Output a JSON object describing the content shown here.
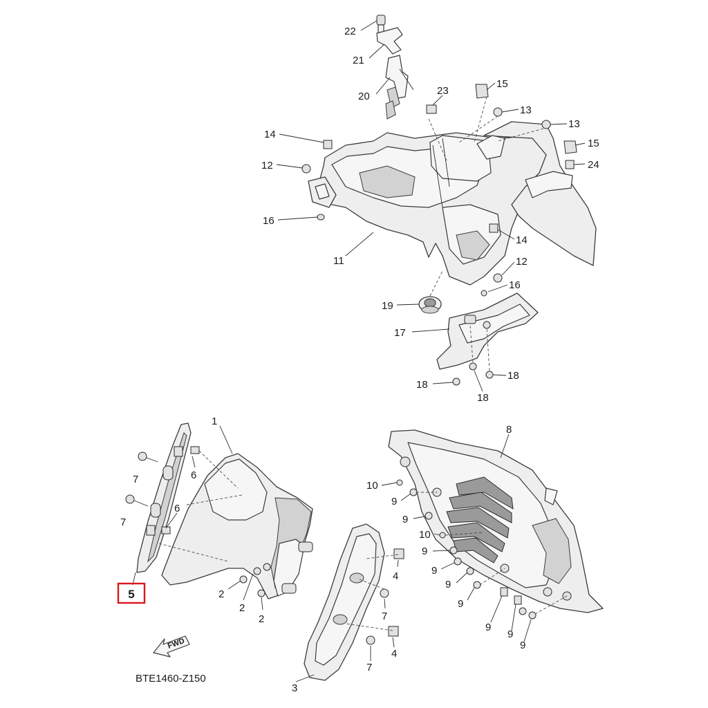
{
  "diagram": {
    "drawing_code": "BTE1460-Z150",
    "fwd_label": "FWD",
    "highlighted_label": "5",
    "callouts": [
      {
        "id": "c22",
        "label": "22",
        "part": "fastener"
      },
      {
        "id": "c21",
        "label": "21",
        "part": "bracket"
      },
      {
        "id": "c20",
        "label": "20",
        "part": "latch"
      },
      {
        "id": "c23",
        "label": "23",
        "part": "clip"
      },
      {
        "id": "c15a",
        "label": "15",
        "part": "nut"
      },
      {
        "id": "c13a",
        "label": "13",
        "part": "screw"
      },
      {
        "id": "c13b",
        "label": "13",
        "part": "screw"
      },
      {
        "id": "c15b",
        "label": "15",
        "part": "nut"
      },
      {
        "id": "c24",
        "label": "24",
        "part": "nut"
      },
      {
        "id": "c14a",
        "label": "14",
        "part": "clip"
      },
      {
        "id": "c12a",
        "label": "12",
        "part": "bolt"
      },
      {
        "id": "c16a",
        "label": "16",
        "part": "washer"
      },
      {
        "id": "c11",
        "label": "11",
        "part": "inner-body"
      },
      {
        "id": "c14b",
        "label": "14",
        "part": "clip"
      },
      {
        "id": "c12b",
        "label": "12",
        "part": "bolt"
      },
      {
        "id": "c16b",
        "label": "16",
        "part": "screw"
      },
      {
        "id": "c19",
        "label": "19",
        "part": "grommet"
      },
      {
        "id": "c17",
        "label": "17",
        "part": "cover"
      },
      {
        "id": "c18a",
        "label": "18",
        "part": "screw"
      },
      {
        "id": "c18b",
        "label": "18",
        "part": "screw"
      },
      {
        "id": "c18c",
        "label": "18",
        "part": "screw"
      },
      {
        "id": "c1",
        "label": "1",
        "part": "front-fender"
      },
      {
        "id": "c7a",
        "label": "7",
        "part": "bolt"
      },
      {
        "id": "c6a",
        "label": "6",
        "part": "nut"
      },
      {
        "id": "c7b",
        "label": "7",
        "part": "bolt"
      },
      {
        "id": "c6b",
        "label": "6",
        "part": "nut"
      },
      {
        "id": "c2a",
        "label": "2",
        "part": "screw"
      },
      {
        "id": "c2b",
        "label": "2",
        "part": "screw"
      },
      {
        "id": "c2c",
        "label": "2",
        "part": "screw"
      },
      {
        "id": "c4a",
        "label": "4",
        "part": "nut"
      },
      {
        "id": "c7c",
        "label": "7",
        "part": "bolt"
      },
      {
        "id": "c4b",
        "label": "4",
        "part": "nut"
      },
      {
        "id": "c7d",
        "label": "7",
        "part": "bolt"
      },
      {
        "id": "c3",
        "label": "3",
        "part": "fender-cover"
      },
      {
        "id": "c8",
        "label": "8",
        "part": "side-panel"
      },
      {
        "id": "c10a",
        "label": "10",
        "part": "screw"
      },
      {
        "id": "c9a",
        "label": "9",
        "part": "bolt"
      },
      {
        "id": "c9b",
        "label": "9",
        "part": "bolt"
      },
      {
        "id": "c10b",
        "label": "10",
        "part": "screw"
      },
      {
        "id": "c9c",
        "label": "9",
        "part": "bolt"
      },
      {
        "id": "c9d",
        "label": "9",
        "part": "bolt"
      },
      {
        "id": "c9e",
        "label": "9",
        "part": "bolt"
      },
      {
        "id": "c9f",
        "label": "9",
        "part": "bolt"
      },
      {
        "id": "c9g",
        "label": "9",
        "part": "bolt"
      },
      {
        "id": "c9h",
        "label": "9",
        "part": "bolt"
      },
      {
        "id": "c9i",
        "label": "9",
        "part": "bolt"
      }
    ]
  }
}
